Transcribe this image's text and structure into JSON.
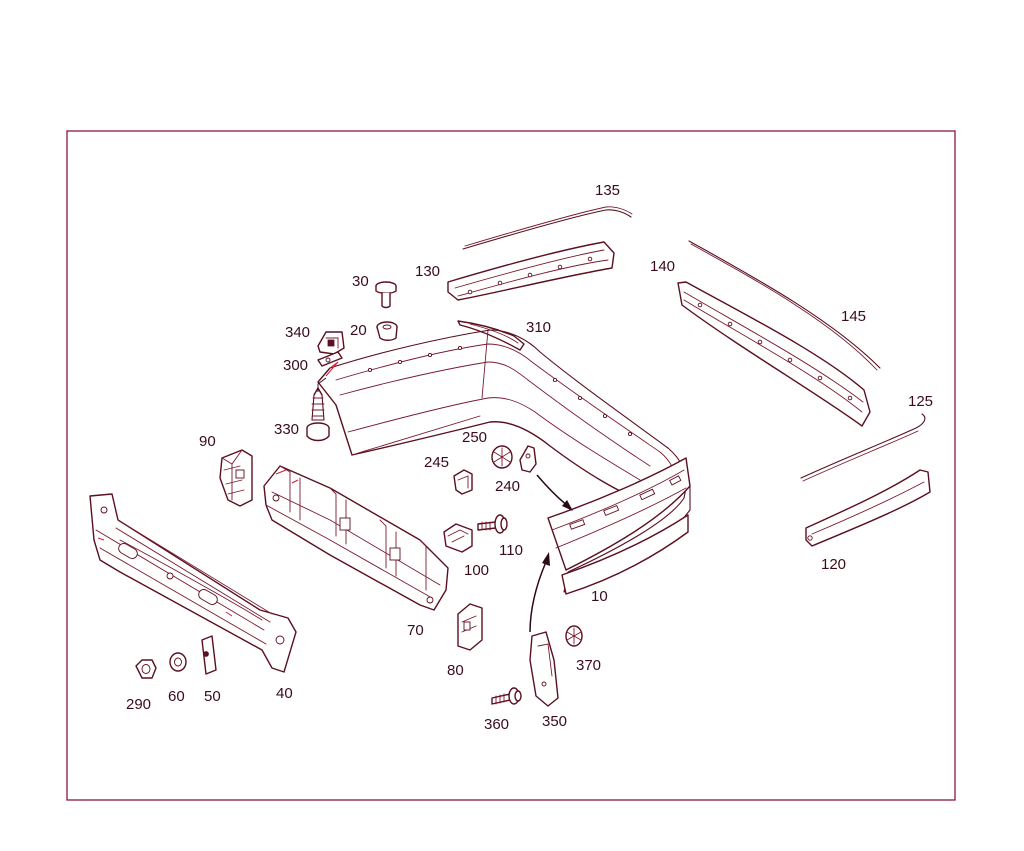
{
  "diagram": {
    "part_labels": [
      {
        "id": "p10",
        "text": "10"
      },
      {
        "id": "p20",
        "text": "20"
      },
      {
        "id": "p30",
        "text": "30"
      },
      {
        "id": "p40",
        "text": "40"
      },
      {
        "id": "p50",
        "text": "50"
      },
      {
        "id": "p60",
        "text": "60"
      },
      {
        "id": "p70",
        "text": "70"
      },
      {
        "id": "p80",
        "text": "80"
      },
      {
        "id": "p90",
        "text": "90"
      },
      {
        "id": "p100",
        "text": "100"
      },
      {
        "id": "p110",
        "text": "110"
      },
      {
        "id": "p120",
        "text": "120"
      },
      {
        "id": "p125",
        "text": "125"
      },
      {
        "id": "p130",
        "text": "130"
      },
      {
        "id": "p135",
        "text": "135"
      },
      {
        "id": "p140",
        "text": "140"
      },
      {
        "id": "p145",
        "text": "145"
      },
      {
        "id": "p240",
        "text": "240"
      },
      {
        "id": "p245",
        "text": "245"
      },
      {
        "id": "p250",
        "text": "250"
      },
      {
        "id": "p290",
        "text": "290"
      },
      {
        "id": "p300",
        "text": "300"
      },
      {
        "id": "p310",
        "text": "310"
      },
      {
        "id": "p330",
        "text": "330"
      },
      {
        "id": "p340",
        "text": "340"
      },
      {
        "id": "p350",
        "text": "350"
      },
      {
        "id": "p360",
        "text": "360"
      },
      {
        "id": "p370",
        "text": "370"
      }
    ],
    "colors": {
      "frame": "#8a1a3a",
      "line": "#5a1020",
      "accent": "#d0203a",
      "label": "#3a0c18"
    }
  }
}
